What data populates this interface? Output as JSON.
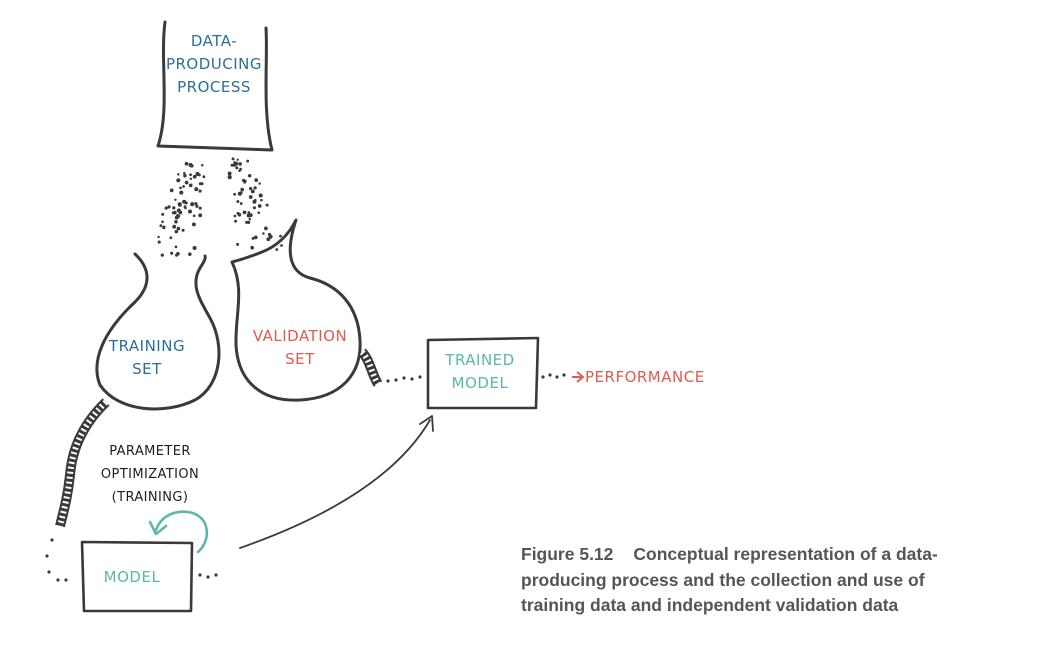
{
  "colors": {
    "ink": "#3a3a3a",
    "blue": "#2c6e9b",
    "red": "#e05a4e",
    "teal": "#5bb8a8",
    "caption": "#555555"
  },
  "nodes": {
    "process": {
      "line1": "DATA-",
      "line2": "PRODUCING",
      "line3": "PROCESS"
    },
    "training_set": {
      "line1": "TRAINING",
      "line2": "SET"
    },
    "validation_set": {
      "line1": "VALIDATION",
      "line2": "SET"
    },
    "trained_model": {
      "line1": "TRAINED",
      "line2": "MODEL"
    },
    "model": {
      "label": "MODEL"
    },
    "parameter_optimization": {
      "line1": "PARAMETER",
      "line2": "OPTIMIZATION",
      "line3": "(TRAINING)"
    },
    "performance": {
      "label": "PERFORMANCE"
    }
  },
  "caption": {
    "figure_number": "Figure 5.12",
    "line1": "Conceptual representation of a data-",
    "line2": "producing process and the collection and use of",
    "line3": "training data and independent validation data"
  }
}
